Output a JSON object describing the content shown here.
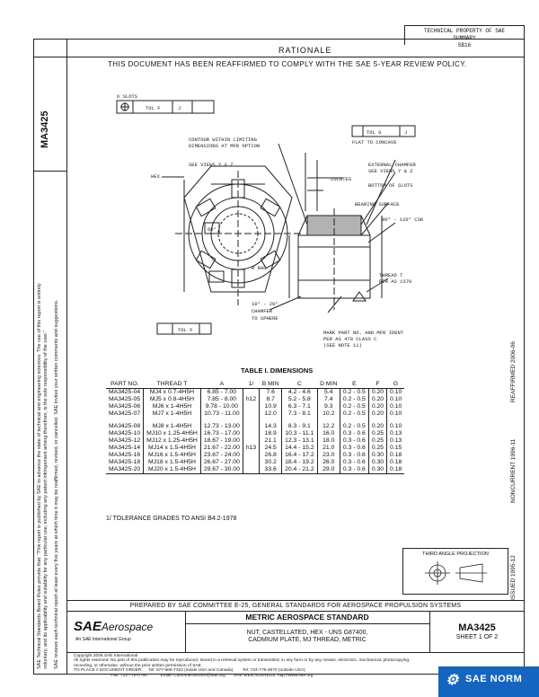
{
  "header": {
    "box_text": "TECHNICAL PROPERTY OF SAE\nSUMMARY\nSB16",
    "rationale_label": "RATIONALE",
    "statement": "THIS DOCUMENT HAS BEEN REAFFIRMED TO COMPLY WITH THE SAE 5-YEAR REVIEW POLICY."
  },
  "side": {
    "doc_number": "MA3425",
    "disclaimer_1": "SAE Technical Standards Board Rules provide that: \"This report is published by SAE to advance the state of technical and engineering sciences. The use of this report is entirely",
    "disclaimer_2": "voluntary, and its applicability and suitability for any particular use, including any patent infringement arising therefrom, is the sole responsibility of the user.\"",
    "disclaimer_3": "SAE reviews each technical report at least every five years at which time it may be reaffirmed, revised, or cancelled. SAE invites your written comments and suggestions.",
    "issued": "ISSUED 1995-12",
    "noncurrent": "NONCURRENT 1996-11",
    "reaffirmed": "REAFFIRMED 2006-06"
  },
  "drawing": {
    "labels": [
      "6 SLOTS",
      "TOL F",
      "J",
      "TOL G",
      "J",
      "FLAT TO CONCAVE",
      "CONTOUR WITHIN LIMITING",
      "DIMENSIONS AT MFR OPTION",
      "EXTERNAL CHAMFER",
      "SEE VIEWS Y & Z",
      "LOCATES",
      "BOTTOM OF SLOTS",
      "BEARING SURFACE",
      "THREAD T",
      "PER AS 1370",
      "MARK PART NO. AND MFR IDENT",
      "PER AS 478 CLASS C",
      "(SEE NOTE 11)",
      "TOL F",
      "HEX",
      "60°",
      "R RAD",
      "CHAMFER",
      "TO SPHERE",
      "10° - 20°",
      "SEE VIEWS Y & Z",
      "90° - 120° CSK"
    ]
  },
  "table": {
    "title": "TABLE I. DIMENSIONS",
    "headers": [
      "PART NO.",
      "THREAD T",
      "A",
      "",
      "B MIN",
      "C",
      "D MIN",
      "E",
      "F",
      "G"
    ],
    "groups": [
      {
        "tol": "h12",
        "rows": [
          [
            "MA3425-04",
            "MJ4 x 0.7-4H5H",
            "6.85 - 7.00",
            "7.6",
            "4.2 - 4.6",
            "5.4",
            "0.2 - 0.5",
            "0.20",
            "0.10"
          ],
          [
            "MA3425-05",
            "MJ5 x 0.8-4H5H",
            "7.85 - 8.00",
            "8.7",
            "5.2 - 5.8",
            "7.4",
            "0.2 - 0.5",
            "0.20",
            "0.10"
          ],
          [
            "MA3425-06",
            "MJ6 x 1-4H5H",
            "9.78 - 10.00",
            "10.9",
            "6.3 - 7.1",
            "9.3",
            "0.2 - 0.5",
            "0.20",
            "0.10"
          ],
          [
            "MA3425-07",
            "MJ7 x 1-4H5H",
            "10.73 - 11.00",
            "12.0",
            "7.3 - 8.1",
            "10.2",
            "0.2 - 0.5",
            "0.20",
            "0.10"
          ]
        ]
      },
      {
        "tol": "h13",
        "rows": [
          [
            "MA3425-08",
            "MJ8 x 1-4H5H",
            "12.73 - 13.00",
            "14.3",
            "8.3 - 9.1",
            "12.2",
            "0.2 - 0.5",
            "0.20",
            "0.10"
          ],
          [
            "MA3425-10",
            "MJ10 x 1.25-4H5H",
            "16.73 - 17.00",
            "18.9",
            "10.3 - 11.1",
            "16.0",
            "0.3 - 0.6",
            "0.25",
            "0.13"
          ],
          [
            "MA3425-12",
            "MJ12 x 1.25-4H5H",
            "18.67 - 19.00",
            "21.1",
            "12.3 - 13.1",
            "18.0",
            "0.3 - 0.6",
            "0.25",
            "0.13"
          ],
          [
            "MA3425-14",
            "MJ14 x 1.5-4H5H",
            "21.67 - 22.00",
            "24.5",
            "14.4 - 15.2",
            "21.0",
            "0.3 - 0.6",
            "0.25",
            "0.15"
          ],
          [
            "MA3425-16",
            "MJ16 x 1.5-4H5H",
            "23.67 - 24.00",
            "26.8",
            "16.4 - 17.2",
            "23.0",
            "0.3 - 0.6",
            "0.30",
            "0.18"
          ],
          [
            "MA3425-18",
            "MJ18 x 1.5-4H5H",
            "26.67 - 27.00",
            "30.2",
            "18.4 - 19.2",
            "26.0",
            "0.3 - 0.6",
            "0.30",
            "0.18"
          ],
          [
            "MA3425-20",
            "MJ20 x 1.5-4H5H",
            "29.67 - 30.00",
            "33.6",
            "20.4 - 21.2",
            "29.0",
            "0.3 - 0.6",
            "0.30",
            "0.18"
          ]
        ]
      }
    ],
    "note_marker": "1/",
    "footnote": "1/  TOLERANCE GRADES TO ANSI B4.2-1978"
  },
  "projection": {
    "label": "THIRD ANGLE PROJECTION"
  },
  "footer": {
    "prepared_by": "PREPARED BY SAE COMMITTEE E-25, GENERAL STANDARDS FOR AEROSPACE PROPULSION SYSTEMS",
    "logo_main": "SAE",
    "logo_sub": "Aerospace",
    "logo_tagline": "An SAE International Group",
    "std_title": "METRIC AEROSPACE STANDARD",
    "desc_1": "NUT, CASTELLATED, HEX - UNS G87400,",
    "desc_2": "CADMIUM PLATE, MJ THREAD, METRIC",
    "doc_number": "MA3425",
    "sheet": "SHEET 1 OF 2",
    "copyright_lines": [
      "Copyright 2006 SAE International",
      "All rights reserved. No part of this publication may be reproduced, stored in a retrieval system or transmitted, in any form or by any means, electronic, mechanical, photocopying,",
      "recording, or otherwise, without the prior written permission of SAE.",
      "TO PLACE A DOCUMENT ORDER:     Tel: 877-606-7323 (inside USA and Canada)        Tel: 724-776-4970 (outside USA)",
      "                               Fax: 724-776-0790           Email: CustomerService@sae.org       SAE WEB ADDRESS: http://www.sae.org"
    ],
    "badge_text": "SAE NORM"
  }
}
